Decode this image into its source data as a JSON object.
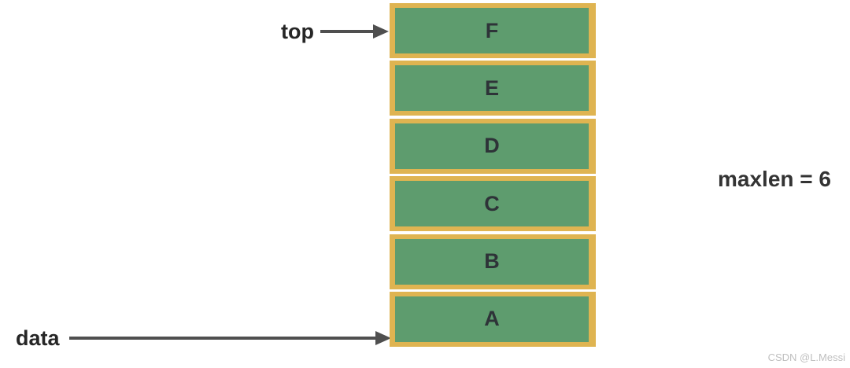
{
  "diagram": {
    "type": "stack-structure-diagram",
    "labels": {
      "top_pointer": "top",
      "data_pointer": "data",
      "maxlen": "maxlen = 6"
    },
    "stack": {
      "cells_top_to_bottom": [
        "F",
        "E",
        "D",
        "C",
        "B",
        "A"
      ],
      "capacity": 6
    },
    "colors": {
      "cell_border": "#dfb451",
      "cell_fill": "#5e9c6e",
      "cell_text": "#2e3338",
      "arrow": "#4f4f4f",
      "label_text": "#262626",
      "watermark_text": "#bfbfbf",
      "background": "#ffffff"
    },
    "icons": {
      "top_arrow": "right-arrow-icon",
      "data_arrow": "right-arrow-icon"
    },
    "watermark": "CSDN @L.Messi"
  }
}
